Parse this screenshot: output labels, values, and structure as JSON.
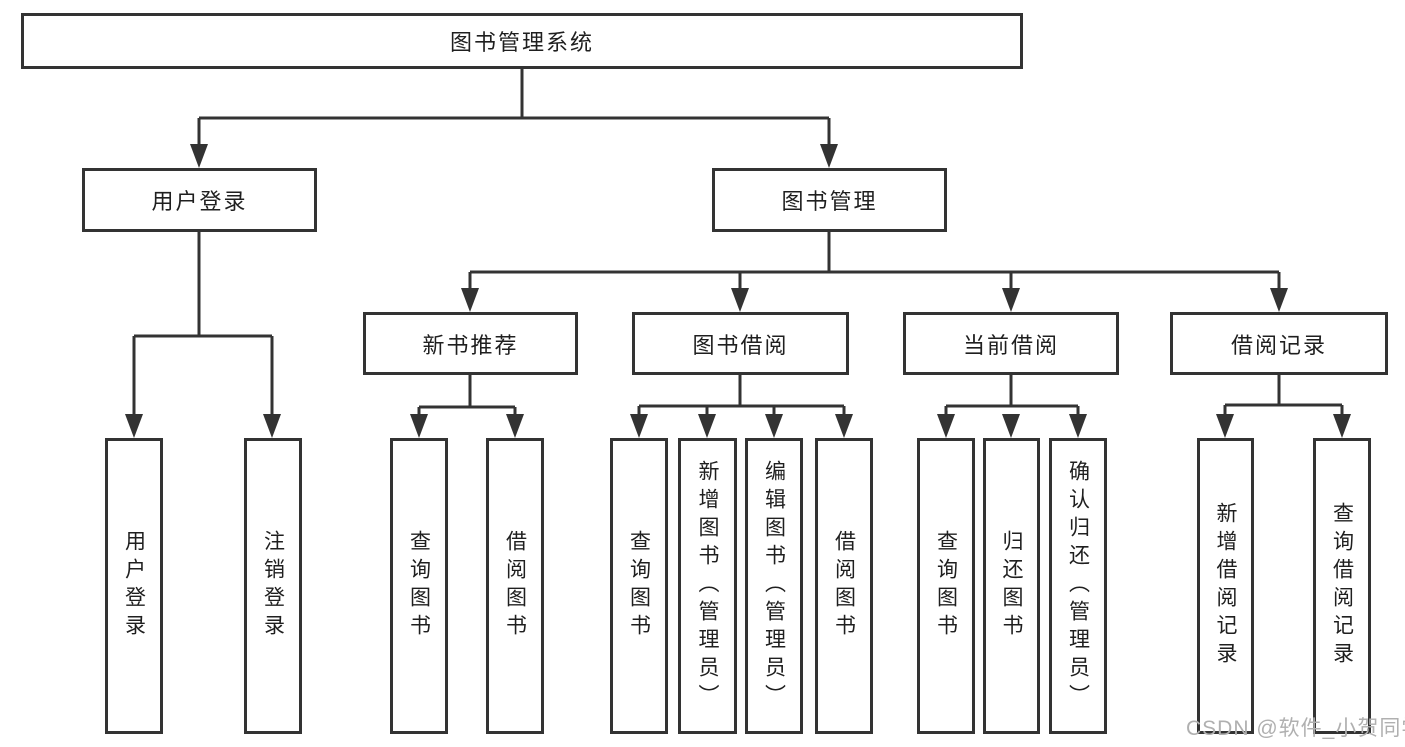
{
  "diagram": {
    "root": {
      "label": "图书管理系统"
    },
    "level2": [
      {
        "label": "用户登录",
        "children": [
          {
            "label": "用户登录"
          },
          {
            "label": "注销登录"
          }
        ]
      },
      {
        "label": "图书管理",
        "children": [
          {
            "label": "新书推荐",
            "children": [
              {
                "label": "查询图书"
              },
              {
                "label": "借阅图书"
              }
            ]
          },
          {
            "label": "图书借阅",
            "children": [
              {
                "label": "查询图书"
              },
              {
                "label": "新增图书（管理员）"
              },
              {
                "label": "编辑图书（管理员）"
              },
              {
                "label": "借阅图书"
              }
            ]
          },
          {
            "label": "当前借阅",
            "children": [
              {
                "label": "查询图书"
              },
              {
                "label": "归还图书"
              },
              {
                "label": "确认归还（管理员）"
              }
            ]
          },
          {
            "label": "借阅记录",
            "children": [
              {
                "label": "新增借阅记录"
              },
              {
                "label": "查询借阅记录"
              }
            ]
          }
        ]
      }
    ]
  },
  "watermark": {
    "text": "CSDN @软件_小贺同学"
  },
  "colors": {
    "line": "#333333",
    "text": "#1f1f1f",
    "watermark": "#b0b0b0"
  }
}
